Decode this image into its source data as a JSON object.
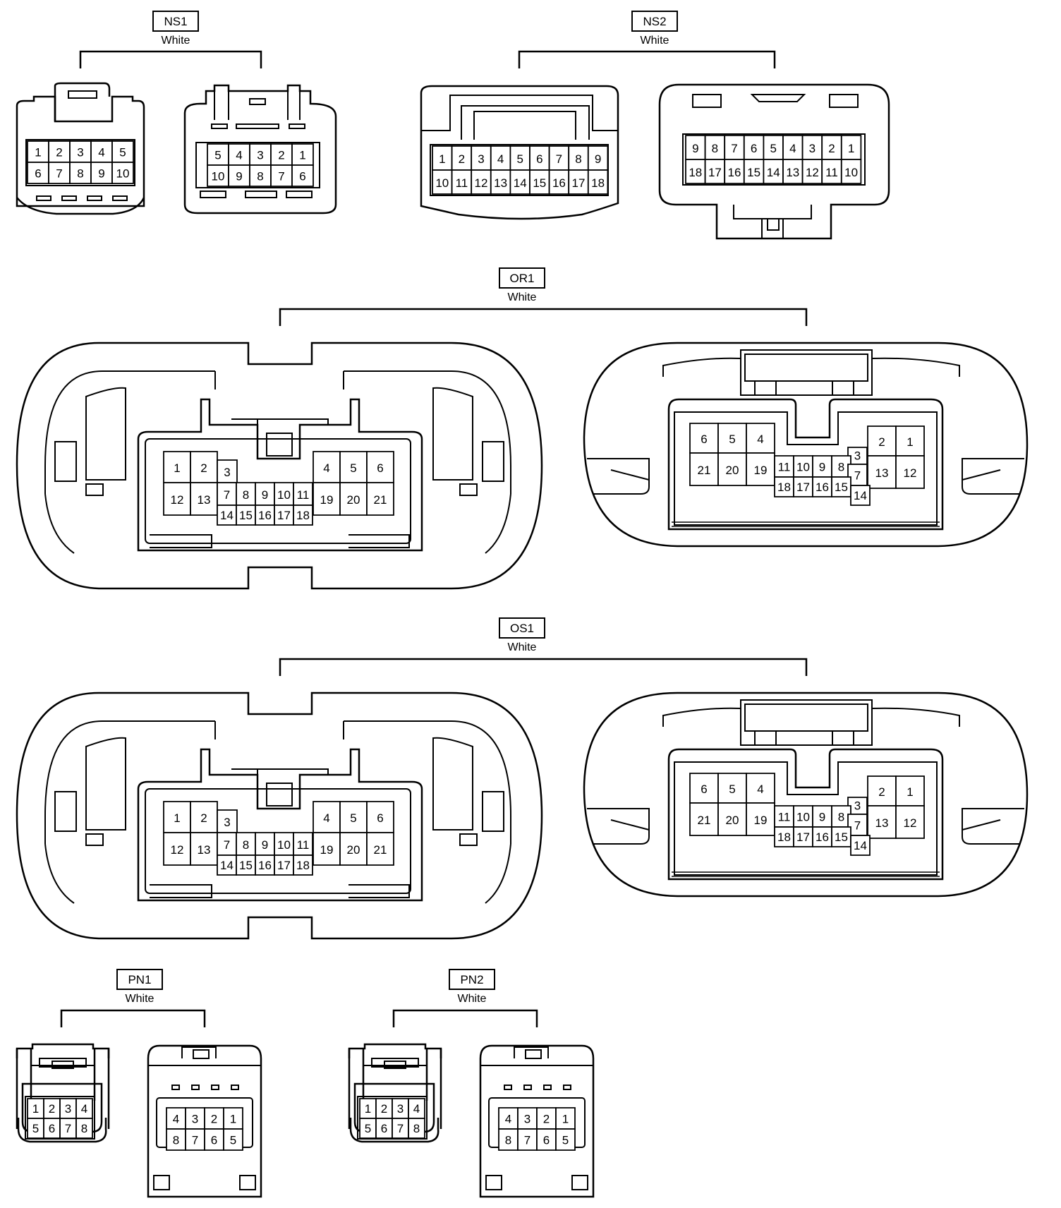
{
  "connectors": {
    "ns1": {
      "name": "NS1",
      "color": "White",
      "left_pins": [
        "1",
        "2",
        "3",
        "4",
        "5",
        "6",
        "7",
        "8",
        "9",
        "10"
      ],
      "right_pins": [
        "5",
        "4",
        "3",
        "2",
        "1",
        "10",
        "9",
        "8",
        "7",
        "6"
      ]
    },
    "ns2": {
      "name": "NS2",
      "color": "White",
      "left_pins": [
        "1",
        "2",
        "3",
        "4",
        "5",
        "6",
        "7",
        "8",
        "9",
        "10",
        "11",
        "12",
        "13",
        "14",
        "15",
        "16",
        "17",
        "18"
      ],
      "right_pins": [
        "9",
        "8",
        "7",
        "6",
        "5",
        "4",
        "3",
        "2",
        "1",
        "18",
        "17",
        "16",
        "15",
        "14",
        "13",
        "12",
        "11",
        "10"
      ]
    },
    "or1": {
      "name": "OR1",
      "color": "White",
      "left_pins": [
        "1",
        "2",
        "3",
        "4",
        "5",
        "6",
        "12",
        "13",
        "7",
        "8",
        "9",
        "10",
        "11",
        "19",
        "20",
        "21",
        "14",
        "15",
        "16",
        "17",
        "18"
      ],
      "right_pins": [
        "6",
        "5",
        "4",
        "3",
        "2",
        "1",
        "21",
        "20",
        "19",
        "11",
        "10",
        "9",
        "8",
        "7",
        "13",
        "12",
        "18",
        "17",
        "16",
        "15",
        "14"
      ]
    },
    "os1": {
      "name": "OS1",
      "color": "White",
      "left_pins": [
        "1",
        "2",
        "3",
        "4",
        "5",
        "6",
        "12",
        "13",
        "7",
        "8",
        "9",
        "10",
        "11",
        "19",
        "20",
        "21",
        "14",
        "15",
        "16",
        "17",
        "18"
      ],
      "right_pins": [
        "6",
        "5",
        "4",
        "3",
        "2",
        "1",
        "21",
        "20",
        "19",
        "11",
        "10",
        "9",
        "8",
        "7",
        "13",
        "12",
        "18",
        "17",
        "16",
        "15",
        "14"
      ]
    },
    "pn1": {
      "name": "PN1",
      "color": "White",
      "left_pins": [
        "1",
        "2",
        "3",
        "4",
        "5",
        "6",
        "7",
        "8"
      ],
      "right_pins": [
        "4",
        "3",
        "2",
        "1",
        "8",
        "7",
        "6",
        "5"
      ]
    },
    "pn2": {
      "name": "PN2",
      "color": "White",
      "left_pins": [
        "1",
        "2",
        "3",
        "4",
        "5",
        "6",
        "7",
        "8"
      ],
      "right_pins": [
        "4",
        "3",
        "2",
        "1",
        "8",
        "7",
        "6",
        "5"
      ]
    }
  }
}
